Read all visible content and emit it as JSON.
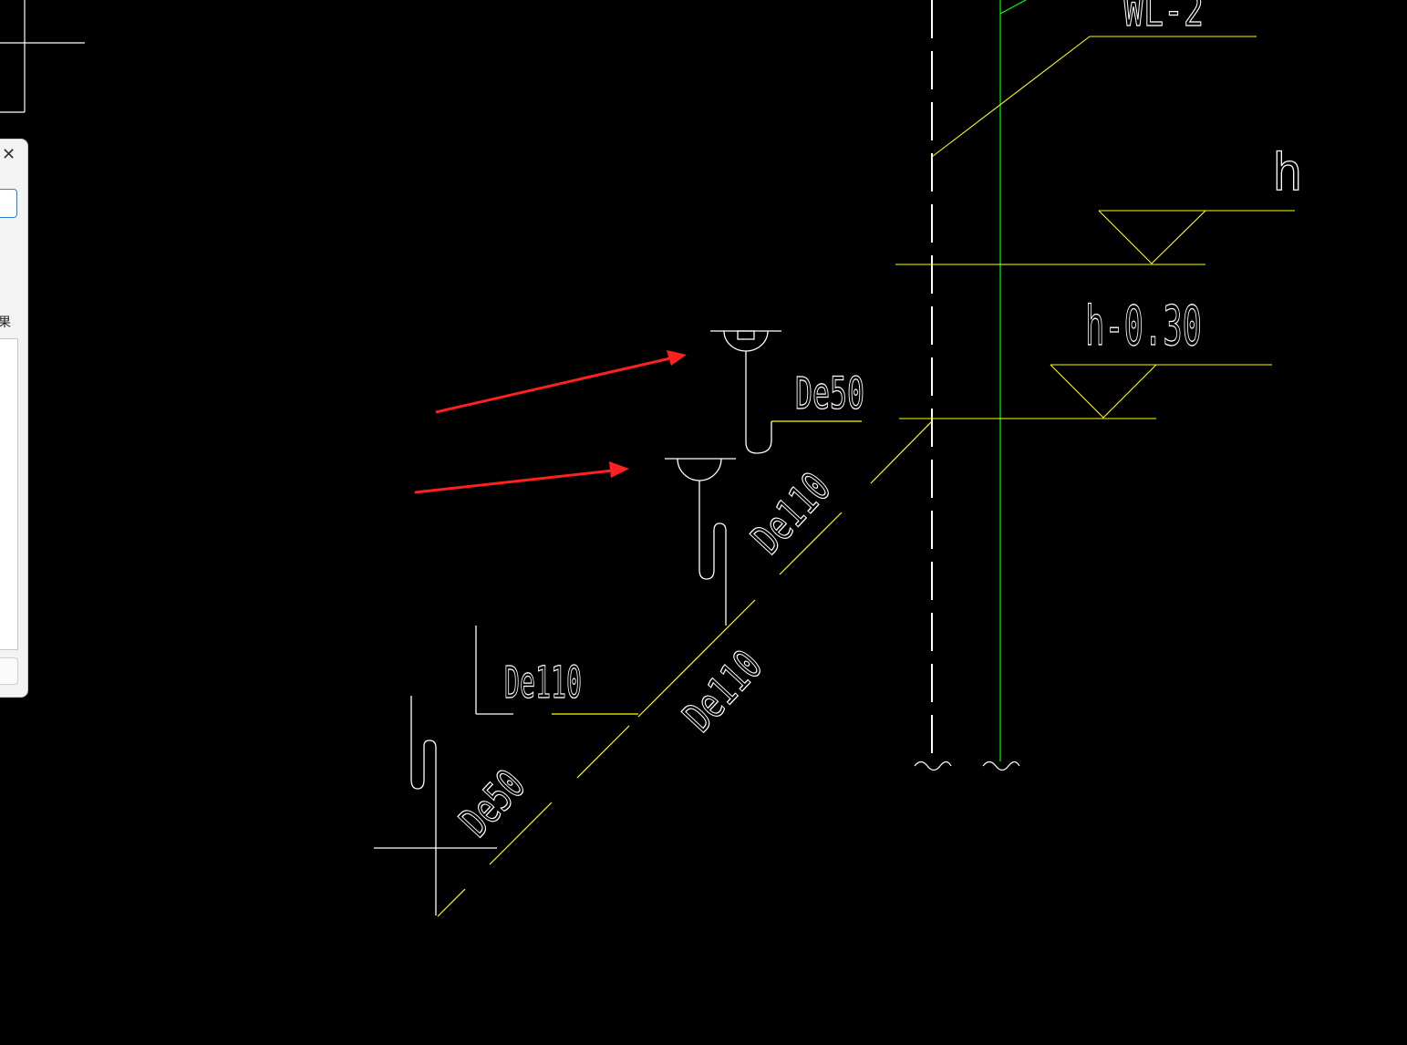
{
  "drawing": {
    "riser_label": "WL-2",
    "level_top": "h",
    "level_bottom": "h-0.30",
    "pipe_labels": {
      "floor_drain_branch": "De50",
      "main_upper": "De110",
      "main_lower": "De110",
      "toilet_branch": "De110",
      "end_branch": "De50"
    }
  },
  "side_panel": {
    "close_label": "✕",
    "result_label": "果"
  },
  "colors": {
    "background": "#000000",
    "line_white": "#ffffff",
    "line_yellow": "#ffff00",
    "line_green": "#00ff00",
    "arrow_red": "#ff2020"
  }
}
